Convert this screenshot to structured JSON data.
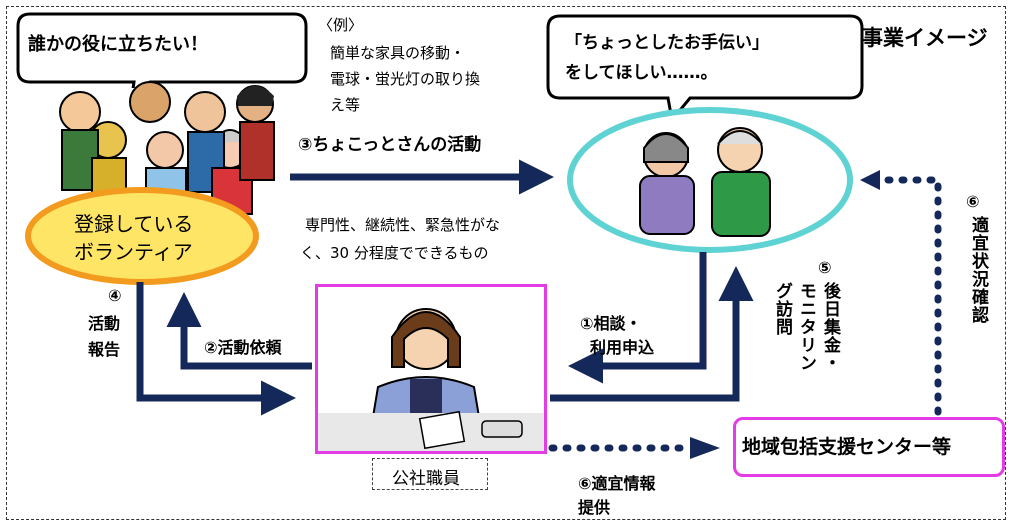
{
  "title": "事業イメージ",
  "volunteer_bubble": "誰かの役に立ちたい！",
  "example": {
    "heading": "〈例〉",
    "line1": "簡単な家具の移動・",
    "line2": "電球・蛍光灯の取り換",
    "line3": "え等"
  },
  "elder_bubble": {
    "line1": "「ちょっとしたお手伝い」",
    "line2": "をしてほしい……。"
  },
  "volunteer_ellipse": {
    "line1": "登録している",
    "line2": "ボランティア"
  },
  "criteria": {
    "line1": "専門性、継続性、緊急性がな",
    "line2": "く、30 分程度でできるもの"
  },
  "steps": {
    "s3": "③ちょこっとさんの活動",
    "s2": "②活動依頼",
    "s4_num": "④",
    "s4_line1": "活動",
    "s4_line2": "報告",
    "s1_line1": "①相談・",
    "s1_line2": "利用申込",
    "s5_num": "⑤",
    "s5_col1": "後日集金・",
    "s5_col2": "モニタリン",
    "s5_col3": "グ訪問",
    "s6a_num": "⑥",
    "s6a_text": "適宜状況確認",
    "s6b_line1": "⑥適宜情報",
    "s6b_line2": "提供"
  },
  "staff_label": "公社職員",
  "center_label": "地域包括支援センター等",
  "colors": {
    "arrow": "#14285a",
    "ellipse_fill": "#ffe566",
    "ellipse_stroke": "#f29b1f",
    "elder_circle": "#5fd3d3",
    "box_border": "#e33be5"
  }
}
